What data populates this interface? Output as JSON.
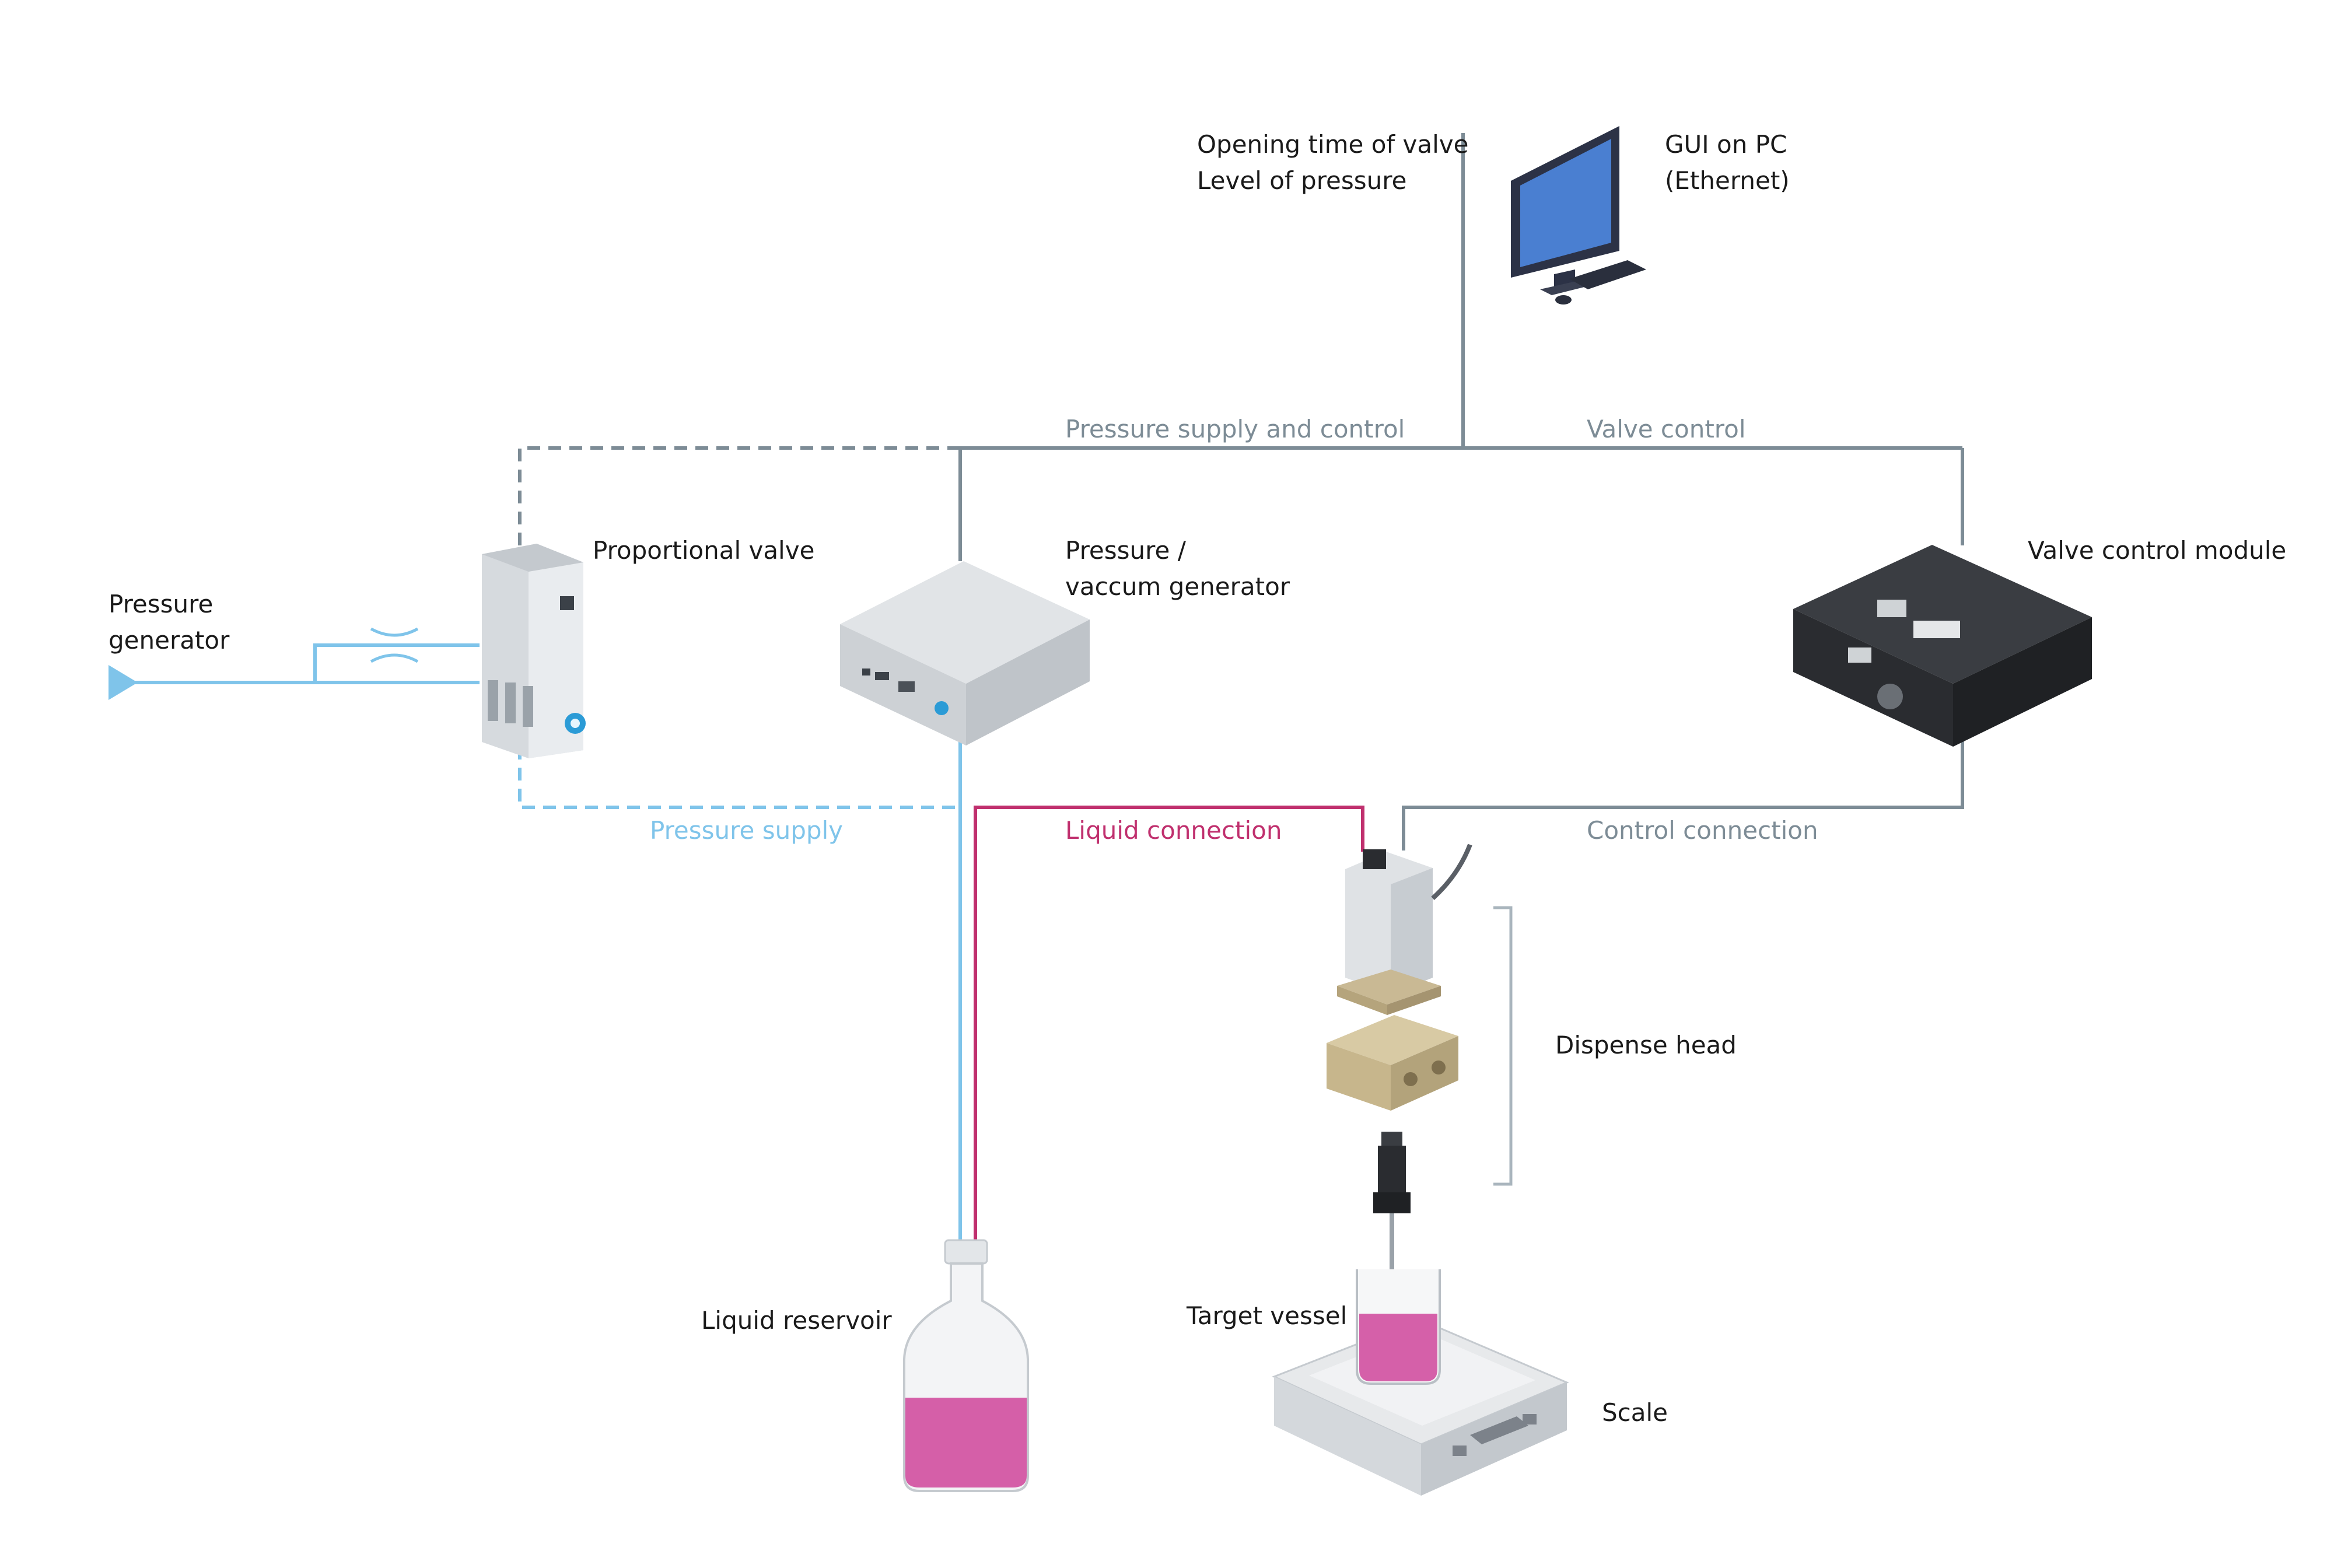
{
  "labels": {
    "opening_time": "Opening time of valve",
    "level_pressure": "Level of pressure",
    "gui_line1": "GUI on PC",
    "gui_line2": "(Ethernet)",
    "pressure_supply_control": "Pressure supply and control",
    "valve_control": "Valve control",
    "proportional_valve": "Proportional valve",
    "pressure_gen_line1": "Pressure",
    "pressure_gen_line2": "generator",
    "pv_gen_line1": "Pressure /",
    "pv_gen_line2": "vaccum generator",
    "valve_control_module": "Valve control module",
    "pressure_supply": "Pressure supply",
    "liquid_connection": "Liquid connection",
    "control_connection": "Control connection",
    "dispense_head": "Dispense head",
    "liquid_reservoir": "Liquid reservoir",
    "target_vessel": "Target vessel",
    "scale": "Scale"
  },
  "colors": {
    "control_line": "#7d8c96",
    "pressure_line": "#7fc4ea",
    "liquid_line": "#c0306e",
    "liquid_fill": "#d24fa0"
  }
}
